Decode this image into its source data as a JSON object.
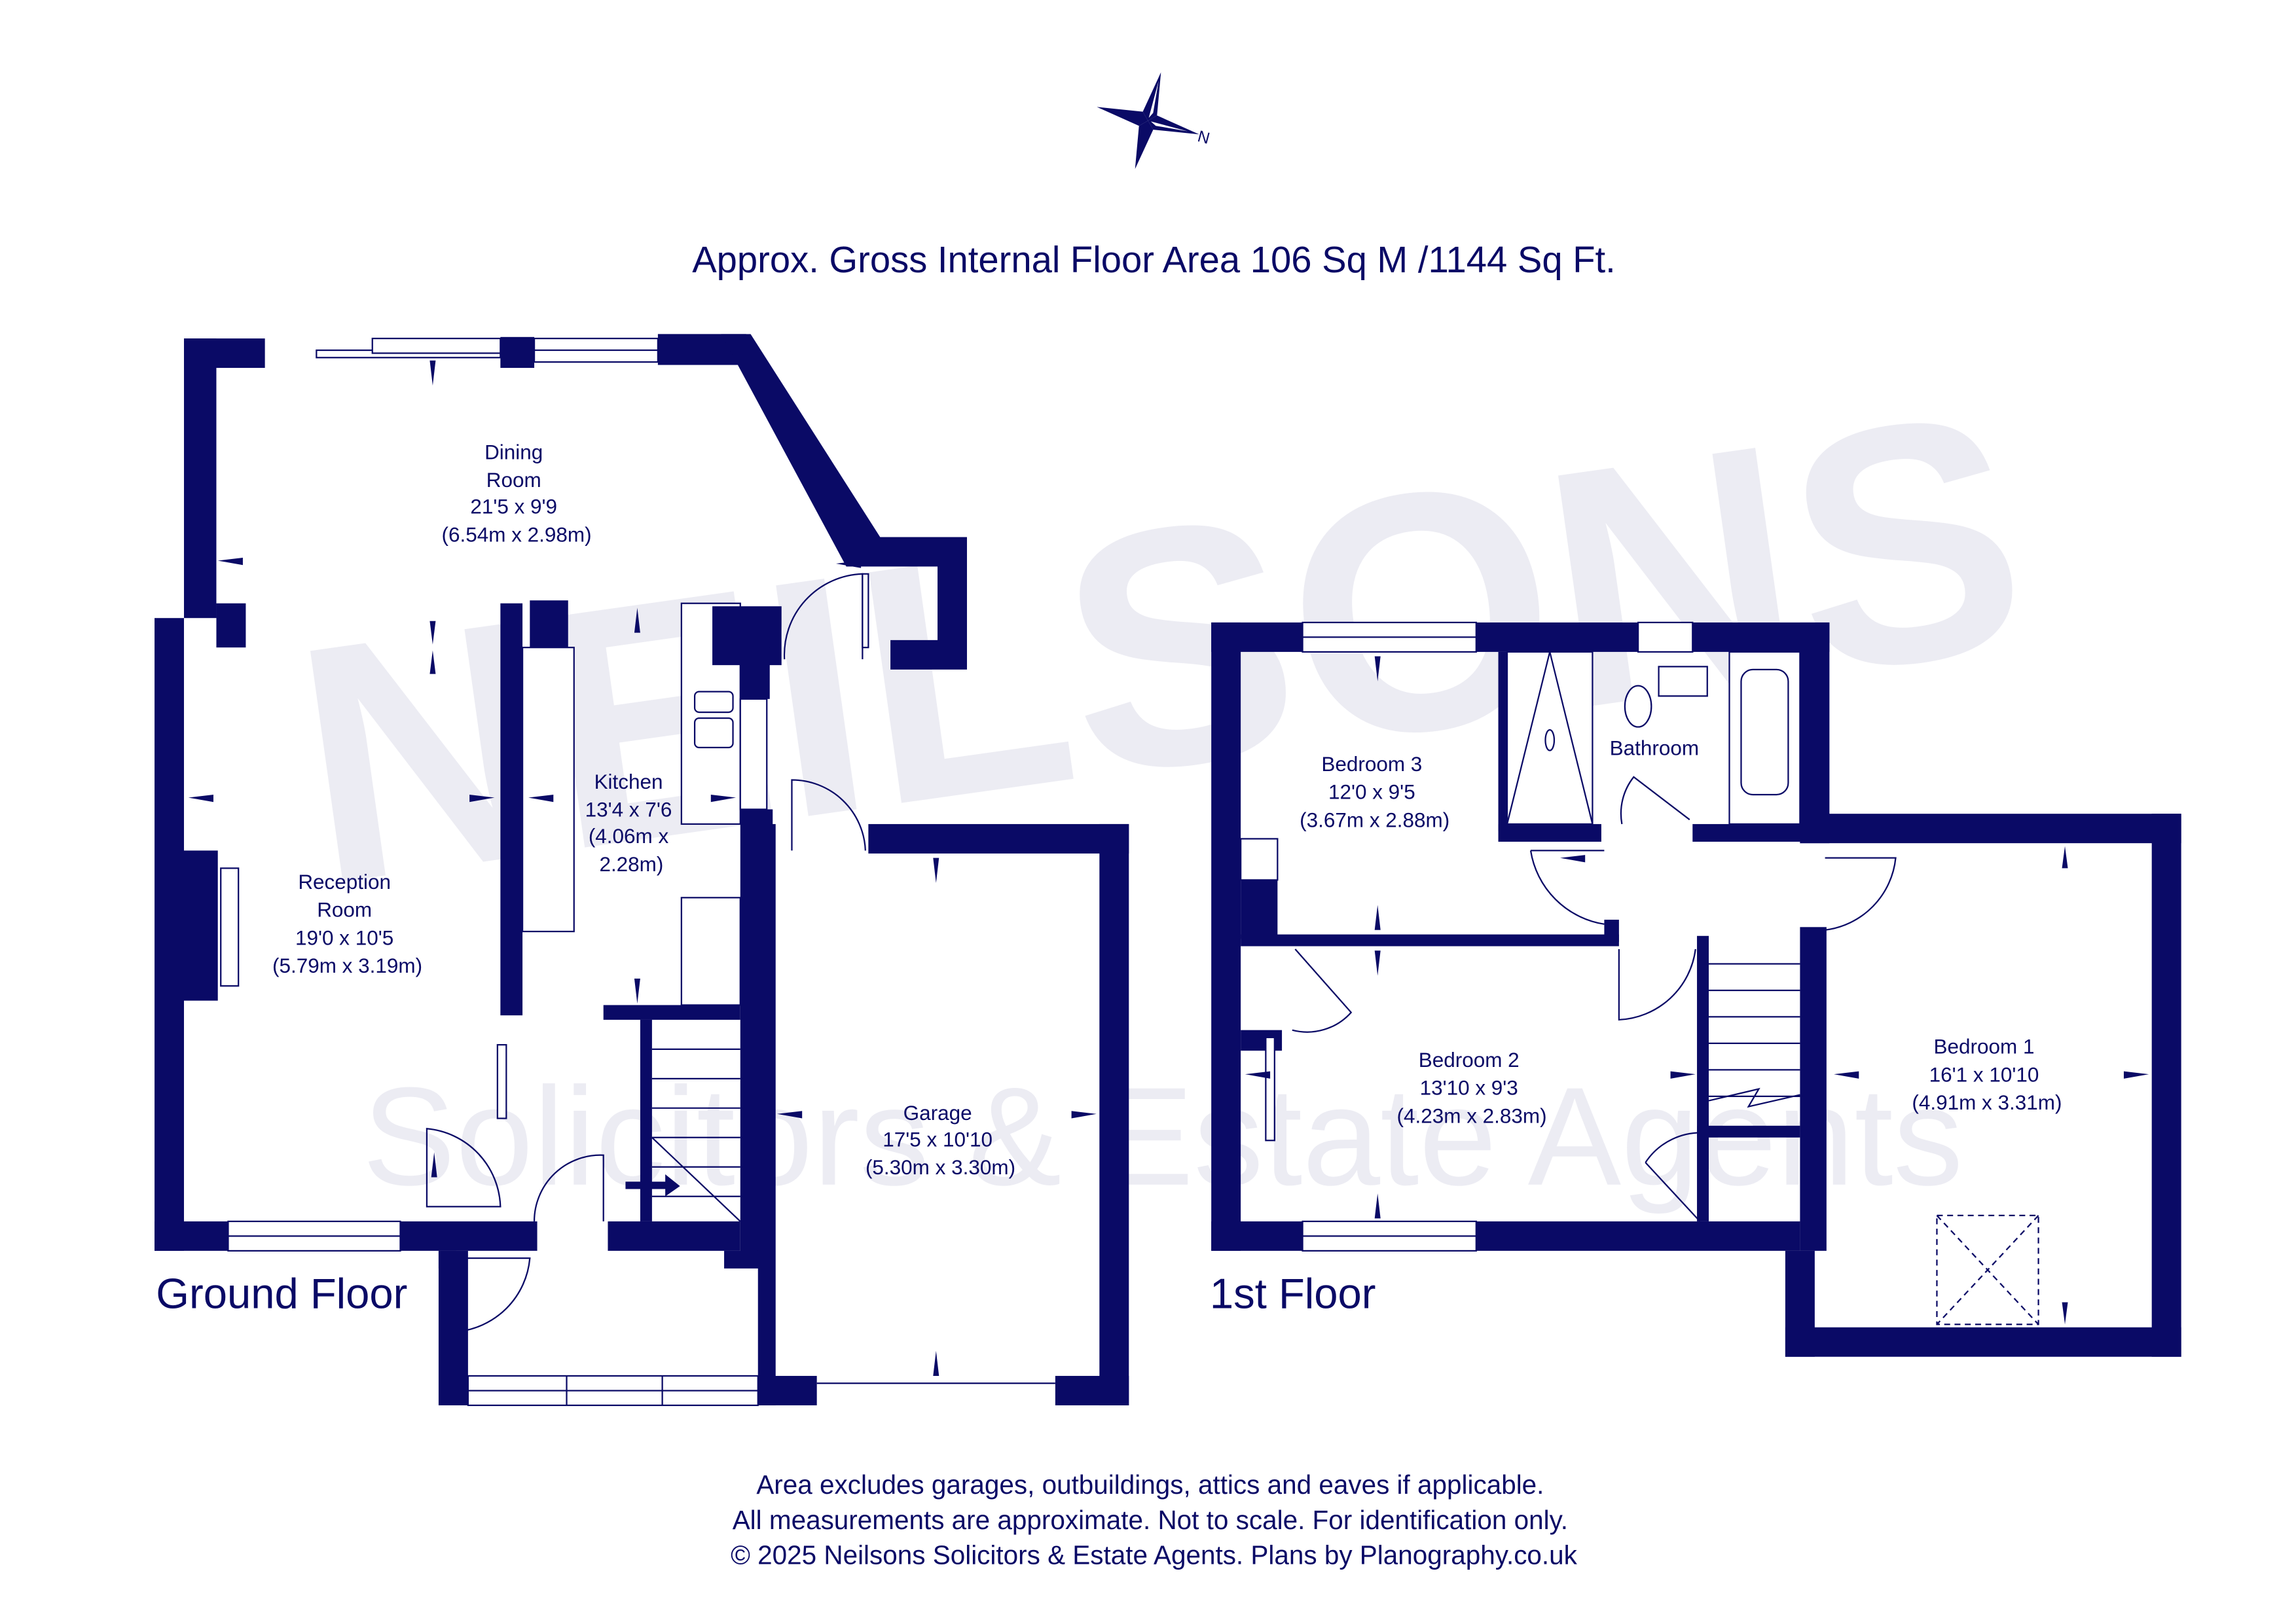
{
  "header": {
    "compass_label": "N",
    "title": "Approx. Gross Internal Floor Area 106 Sq M /1144 Sq Ft."
  },
  "watermark": {
    "brand": "NEILSONS",
    "tagline": "Solicitors & Estate Agents"
  },
  "ground_floor": {
    "label": "Ground Floor",
    "rooms": [
      {
        "name": "Dining",
        "name2": "Room",
        "imperial": "21'5 x 9'9",
        "metric": "(6.54m x 2.98m)"
      },
      {
        "name": "Kitchen",
        "imperial": "13'4 x 7'6",
        "metric": "(4.06m x",
        "metric2": "2.28m)"
      },
      {
        "name": "Reception",
        "name2": "Room",
        "imperial": "19'0 x 10'5",
        "metric": "(5.79m x 3.19m)"
      },
      {
        "name": "Garage",
        "imperial": "17'5 x 10'10",
        "metric": "(5.30m x 3.30m)"
      }
    ]
  },
  "first_floor": {
    "label": "1st Floor",
    "rooms": [
      {
        "name": "Bedroom 3",
        "imperial": "12'0 x 9'5",
        "metric": "(3.67m x 2.88m)"
      },
      {
        "name": "Bathroom"
      },
      {
        "name": "Bedroom 2",
        "imperial": "13'10 x 9'3",
        "metric": "(4.23m x 2.83m)"
      },
      {
        "name": "Bedroom 1",
        "imperial": "16'1 x 10'10",
        "metric": "(4.91m x 3.31m)"
      }
    ]
  },
  "footer": {
    "line1": "Area excludes garages, outbuildings, attics and eaves if applicable.",
    "line2": "All measurements are approximate. Not to scale. For identification only.",
    "line3": "© 2025 Neilsons Solicitors & Estate Agents. Plans by Planography.co.uk"
  },
  "colors": {
    "ink": "#0a0a66",
    "watermark": "#eef0f8"
  }
}
